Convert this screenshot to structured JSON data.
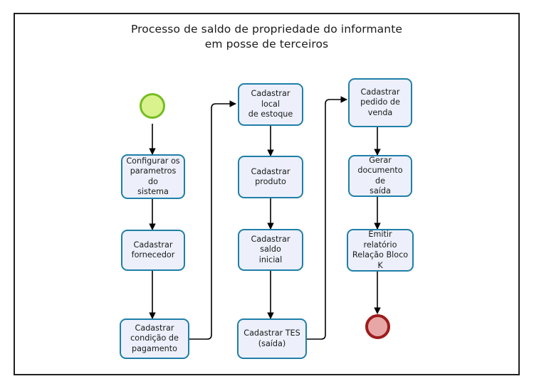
{
  "diagram": {
    "title": "Processo de saldo de propriedade do informante\nem posse de terceiros",
    "colors": {
      "frame_border": "#231f20",
      "node_fill": "#edf0fb",
      "node_border": "#1f7fa8",
      "start_fill": "#d9f28e",
      "start_border": "#76bc21",
      "end_fill": "#e8a7a7",
      "end_border": "#9d1c1c",
      "edge": "#000000",
      "background": "#ffffff"
    },
    "nodes": {
      "start": {
        "label": "",
        "type": "start-terminator"
      },
      "n1": {
        "label": "Configurar os\nparametros do\nsistema"
      },
      "n2": {
        "label": "Cadastrar\nfornecedor"
      },
      "n3": {
        "label": "Cadastrar\ncondição de\npagamento"
      },
      "n4": {
        "label": "Cadastrar local\nde estoque"
      },
      "n5": {
        "label": "Cadastrar\nproduto"
      },
      "n6": {
        "label": "Cadastrar saldo\ninicial"
      },
      "n7": {
        "label": "Cadastrar TES\n(saída)"
      },
      "n8": {
        "label": "Cadastrar\npedido de\nvenda"
      },
      "n9": {
        "label": "Gerar\ndocumento de\nsaída"
      },
      "n10": {
        "label": "Emitir relatório\nRelação Bloco\nK"
      },
      "end": {
        "label": "",
        "type": "end-terminator"
      }
    },
    "edges": [
      {
        "from": "start",
        "to": "n1"
      },
      {
        "from": "n1",
        "to": "n2"
      },
      {
        "from": "n2",
        "to": "n3"
      },
      {
        "from": "n3",
        "to": "n4"
      },
      {
        "from": "n4",
        "to": "n5"
      },
      {
        "from": "n5",
        "to": "n6"
      },
      {
        "from": "n6",
        "to": "n7"
      },
      {
        "from": "n7",
        "to": "n8"
      },
      {
        "from": "n8",
        "to": "n9"
      },
      {
        "from": "n9",
        "to": "n10"
      },
      {
        "from": "n10",
        "to": "end"
      }
    ]
  }
}
